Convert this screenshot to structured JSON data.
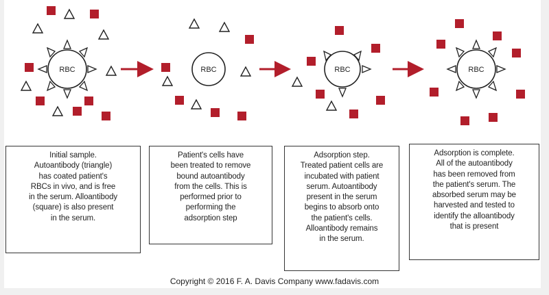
{
  "stages": [
    {
      "cell_label": "RBC",
      "caption": "Initial sample.\nAutoantibody (triangle)\nhas coated patient's\nRBCs in vivo, and is free\nin the serum. Alloantibody\n(square) is also present\nin the serum."
    },
    {
      "cell_label": "RBC",
      "caption": "Patient's cells have\nbeen treated to remove\nbound autoantibody\nfrom the cells. This is\nperformed prior to\nperforming the\nadsorption step"
    },
    {
      "cell_label": "RBC",
      "caption": "Adsorption step.\nTreated patient cells are\nincubated with patient\nserum. Autoantibody\npresent in the serum\nbegins to absorb onto\nthe patient's cells.\nAlloantibody remains\nin the serum."
    },
    {
      "cell_label": "RBC",
      "caption": "Adsorption is complete.\nAll of the autoantibody\nhas been removed from\nthe patient's serum. The\nabsorbed serum may be\nharvested and tested to\nidentify the alloantibody\nthat is present"
    }
  ],
  "copyright": "Copyright © 2016 F. A. Davis Company www.fadavis.com",
  "colors": {
    "alloantibody": "#b21e2b",
    "arrow": "#b21e2b",
    "outline": "#222222"
  },
  "icons": {
    "autoantibody": "triangle-icon",
    "alloantibody": "square-icon",
    "step": "arrow-right-icon"
  }
}
